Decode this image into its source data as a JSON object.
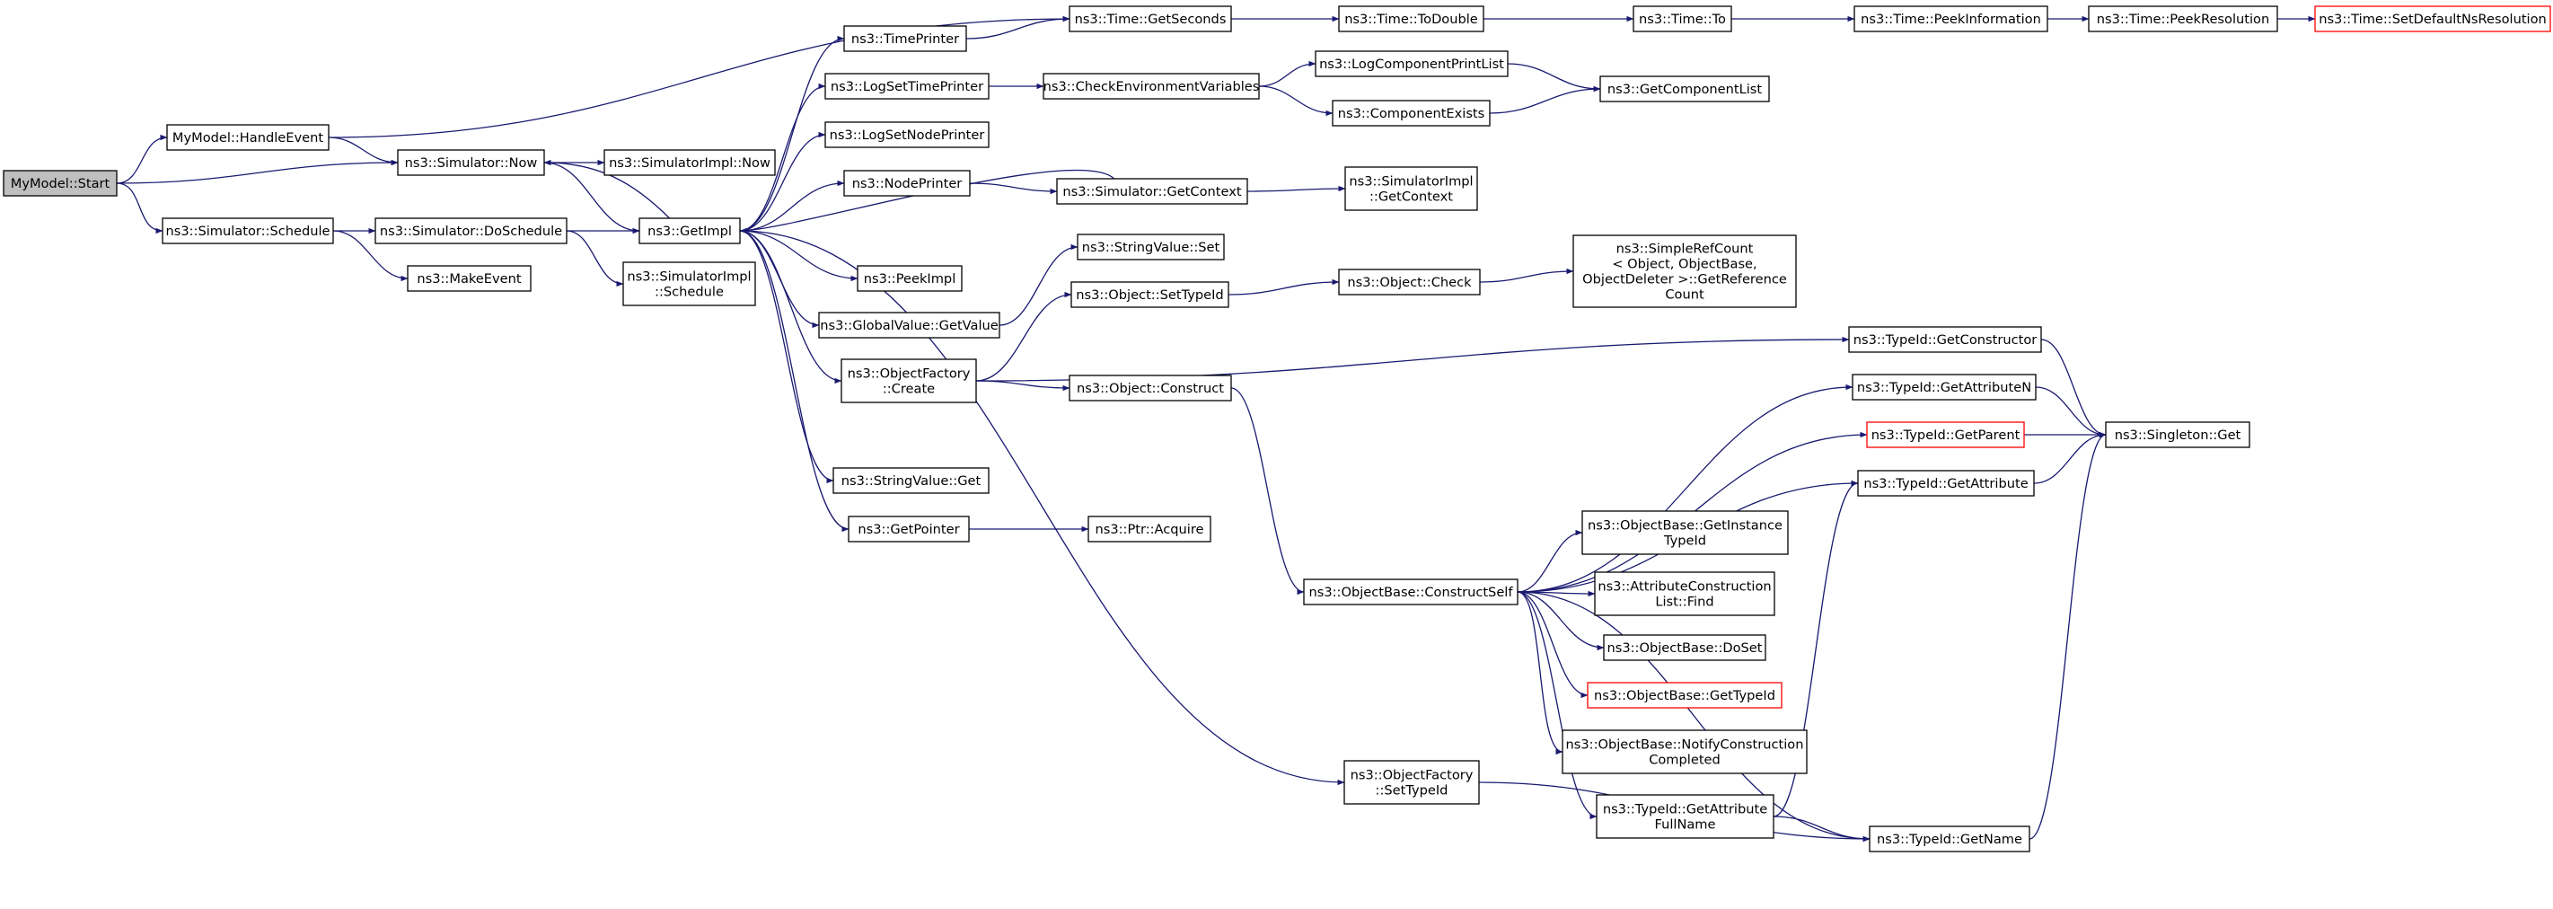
{
  "colors": {
    "edge": "#191970",
    "highlight_fill": "#bfbfbf",
    "truncated_border": "#ff0000",
    "border": "#000000"
  },
  "nodes": [
    {
      "id": "start",
      "lines": [
        "MyModel::Start"
      ],
      "style": "highlight"
    },
    {
      "id": "handle_event",
      "lines": [
        "MyModel::HandleEvent"
      ],
      "style": "plain"
    },
    {
      "id": "sim_schedule",
      "lines": [
        "ns3::Simulator::Schedule"
      ],
      "style": "plain"
    },
    {
      "id": "sim_now",
      "lines": [
        "ns3::Simulator::Now"
      ],
      "style": "plain"
    },
    {
      "id": "sim_doschedule",
      "lines": [
        "ns3::Simulator::DoSchedule"
      ],
      "style": "plain"
    },
    {
      "id": "make_event",
      "lines": [
        "ns3::MakeEvent"
      ],
      "style": "plain"
    },
    {
      "id": "simimpl_now",
      "lines": [
        "ns3::SimulatorImpl::Now"
      ],
      "style": "plain"
    },
    {
      "id": "get_impl",
      "lines": [
        "ns3::GetImpl"
      ],
      "style": "plain"
    },
    {
      "id": "simimpl_schedule",
      "lines": [
        "ns3::SimulatorImpl",
        "::Schedule"
      ],
      "style": "plain"
    },
    {
      "id": "time_printer",
      "lines": [
        "ns3::TimePrinter"
      ],
      "style": "plain"
    },
    {
      "id": "log_set_time_printer",
      "lines": [
        "ns3::LogSetTimePrinter"
      ],
      "style": "plain"
    },
    {
      "id": "log_set_node_printer",
      "lines": [
        "ns3::LogSetNodePrinter"
      ],
      "style": "plain"
    },
    {
      "id": "node_printer",
      "lines": [
        "ns3::NodePrinter"
      ],
      "style": "plain"
    },
    {
      "id": "peek_impl",
      "lines": [
        "ns3::PeekImpl"
      ],
      "style": "plain"
    },
    {
      "id": "globalvalue_getvalue",
      "lines": [
        "ns3::GlobalValue::GetValue"
      ],
      "style": "plain"
    },
    {
      "id": "objectfactory_create",
      "lines": [
        "ns3::ObjectFactory",
        "::Create"
      ],
      "style": "plain"
    },
    {
      "id": "stringvalue_get",
      "lines": [
        "ns3::StringValue::Get"
      ],
      "style": "plain"
    },
    {
      "id": "get_pointer",
      "lines": [
        "ns3::GetPointer"
      ],
      "style": "plain"
    },
    {
      "id": "time_getseconds",
      "lines": [
        "ns3::Time::GetSeconds"
      ],
      "style": "plain"
    },
    {
      "id": "check_env_vars",
      "lines": [
        "ns3::CheckEnvironmentVariables"
      ],
      "style": "plain"
    },
    {
      "id": "sim_getcontext",
      "lines": [
        "ns3::Simulator::GetContext"
      ],
      "style": "plain"
    },
    {
      "id": "stringvalue_set",
      "lines": [
        "ns3::StringValue::Set"
      ],
      "style": "plain"
    },
    {
      "id": "object_settypeid",
      "lines": [
        "ns3::Object::SetTypeId"
      ],
      "style": "plain"
    },
    {
      "id": "object_construct",
      "lines": [
        "ns3::Object::Construct"
      ],
      "style": "plain"
    },
    {
      "id": "ptr_acquire",
      "lines": [
        "ns3::Ptr::Acquire"
      ],
      "style": "plain"
    },
    {
      "id": "time_todouble",
      "lines": [
        "ns3::Time::ToDouble"
      ],
      "style": "plain"
    },
    {
      "id": "logcomponentprintlist",
      "lines": [
        "ns3::LogComponentPrintList"
      ],
      "style": "plain"
    },
    {
      "id": "componentexists",
      "lines": [
        "ns3::ComponentExists"
      ],
      "style": "plain"
    },
    {
      "id": "simimpl_getcontext",
      "lines": [
        "ns3::SimulatorImpl",
        "::GetContext"
      ],
      "style": "plain"
    },
    {
      "id": "object_check",
      "lines": [
        "ns3::Object::Check"
      ],
      "style": "plain"
    },
    {
      "id": "objectbase_constructself",
      "lines": [
        "ns3::ObjectBase::ConstructSelf"
      ],
      "style": "plain"
    },
    {
      "id": "objectfactory_settypeid",
      "lines": [
        "ns3::ObjectFactory",
        "::SetTypeId"
      ],
      "style": "plain"
    },
    {
      "id": "time_to",
      "lines": [
        "ns3::Time::To"
      ],
      "style": "plain"
    },
    {
      "id": "getcomponentlist",
      "lines": [
        "ns3::GetComponentList"
      ],
      "style": "plain"
    },
    {
      "id": "simplerefcount",
      "lines": [
        "ns3::SimpleRefCount",
        "< Object, ObjectBase,",
        " ObjectDeleter >::GetReference",
        "Count"
      ],
      "style": "plain"
    },
    {
      "id": "objectbase_getinstancetypeid",
      "lines": [
        "ns3::ObjectBase::GetInstance",
        "TypeId"
      ],
      "style": "plain"
    },
    {
      "id": "attrconstructionlist_find",
      "lines": [
        "ns3::AttributeConstruction",
        "List::Find"
      ],
      "style": "plain"
    },
    {
      "id": "objectbase_doset",
      "lines": [
        "ns3::ObjectBase::DoSet"
      ],
      "style": "plain"
    },
    {
      "id": "objectbase_gettypeid",
      "lines": [
        "ns3::ObjectBase::GetTypeId"
      ],
      "style": "truncated"
    },
    {
      "id": "objectbase_notifyconstructioncompleted",
      "lines": [
        "ns3::ObjectBase::NotifyConstruction",
        "Completed"
      ],
      "style": "plain"
    },
    {
      "id": "typeid_getattributefullname",
      "lines": [
        "ns3::TypeId::GetAttribute",
        "FullName"
      ],
      "style": "plain"
    },
    {
      "id": "time_peekinformation",
      "lines": [
        "ns3::Time::PeekInformation"
      ],
      "style": "plain"
    },
    {
      "id": "typeid_getconstructor",
      "lines": [
        "ns3::TypeId::GetConstructor"
      ],
      "style": "plain"
    },
    {
      "id": "typeid_getattributen",
      "lines": [
        "ns3::TypeId::GetAttributeN"
      ],
      "style": "plain"
    },
    {
      "id": "typeid_getparent",
      "lines": [
        "ns3::TypeId::GetParent"
      ],
      "style": "truncated"
    },
    {
      "id": "typeid_getattribute",
      "lines": [
        "ns3::TypeId::GetAttribute"
      ],
      "style": "plain"
    },
    {
      "id": "typeid_getname",
      "lines": [
        "ns3::TypeId::GetName"
      ],
      "style": "plain"
    },
    {
      "id": "time_peekresolution",
      "lines": [
        "ns3::Time::PeekResolution"
      ],
      "style": "plain"
    },
    {
      "id": "singleton_get",
      "lines": [
        "ns3::Singleton::Get"
      ],
      "style": "plain"
    },
    {
      "id": "time_setdefaultnsresolution",
      "lines": [
        "ns3::Time::SetDefaultNsResolution"
      ],
      "style": "truncated"
    }
  ],
  "edges": [
    [
      "start",
      "handle_event"
    ],
    [
      "start",
      "sim_now"
    ],
    [
      "start",
      "sim_schedule"
    ],
    [
      "handle_event",
      "time_getseconds"
    ],
    [
      "handle_event",
      "sim_now"
    ],
    [
      "sim_now",
      "simimpl_now"
    ],
    [
      "sim_now",
      "get_impl"
    ],
    [
      "sim_schedule",
      "sim_doschedule"
    ],
    [
      "sim_schedule",
      "make_event"
    ],
    [
      "sim_doschedule",
      "get_impl"
    ],
    [
      "sim_doschedule",
      "simimpl_schedule"
    ],
    [
      "get_impl",
      "sim_now"
    ],
    [
      "get_impl",
      "time_printer"
    ],
    [
      "get_impl",
      "log_set_time_printer"
    ],
    [
      "get_impl",
      "log_set_node_printer"
    ],
    [
      "get_impl",
      "node_printer"
    ],
    [
      "get_impl",
      "peek_impl"
    ],
    [
      "get_impl",
      "globalvalue_getvalue"
    ],
    [
      "get_impl",
      "objectfactory_create"
    ],
    [
      "get_impl",
      "stringvalue_get"
    ],
    [
      "get_impl",
      "get_pointer"
    ],
    [
      "get_impl",
      "objectfactory_settypeid"
    ],
    [
      "time_printer",
      "time_getseconds"
    ],
    [
      "log_set_time_printer",
      "check_env_vars"
    ],
    [
      "node_printer",
      "sim_getcontext"
    ],
    [
      "sim_getcontext",
      "get_impl"
    ],
    [
      "sim_getcontext",
      "simimpl_getcontext"
    ],
    [
      "globalvalue_getvalue",
      "stringvalue_set"
    ],
    [
      "objectfactory_create",
      "object_settypeid"
    ],
    [
      "objectfactory_create",
      "object_construct"
    ],
    [
      "objectfactory_create",
      "typeid_getconstructor"
    ],
    [
      "get_pointer",
      "ptr_acquire"
    ],
    [
      "time_getseconds",
      "time_todouble"
    ],
    [
      "time_todouble",
      "time_to"
    ],
    [
      "time_to",
      "time_peekinformation"
    ],
    [
      "time_peekinformation",
      "time_peekresolution"
    ],
    [
      "time_peekresolution",
      "time_setdefaultnsresolution"
    ],
    [
      "check_env_vars",
      "logcomponentprintlist"
    ],
    [
      "check_env_vars",
      "componentexists"
    ],
    [
      "logcomponentprintlist",
      "getcomponentlist"
    ],
    [
      "componentexists",
      "getcomponentlist"
    ],
    [
      "object_settypeid",
      "object_check"
    ],
    [
      "object_check",
      "simplerefcount"
    ],
    [
      "object_construct",
      "objectbase_constructself"
    ],
    [
      "objectbase_constructself",
      "typeid_getattributen"
    ],
    [
      "objectbase_constructself",
      "typeid_getparent"
    ],
    [
      "objectbase_constructself",
      "typeid_getattribute"
    ],
    [
      "objectbase_constructself",
      "objectbase_getinstancetypeid"
    ],
    [
      "objectbase_constructself",
      "attrconstructionlist_find"
    ],
    [
      "objectbase_constructself",
      "objectbase_doset"
    ],
    [
      "objectbase_constructself",
      "objectbase_gettypeid"
    ],
    [
      "objectbase_constructself",
      "objectbase_notifyconstructioncompleted"
    ],
    [
      "objectbase_constructself",
      "typeid_getattributefullname"
    ],
    [
      "objectbase_constructself",
      "typeid_getname"
    ],
    [
      "typeid_getattributefullname",
      "typeid_getattribute"
    ],
    [
      "typeid_getattributefullname",
      "typeid_getname"
    ],
    [
      "objectfactory_settypeid",
      "typeid_getname"
    ],
    [
      "typeid_getconstructor",
      "singleton_get"
    ],
    [
      "typeid_getattributen",
      "singleton_get"
    ],
    [
      "typeid_getparent",
      "singleton_get"
    ],
    [
      "typeid_getattribute",
      "singleton_get"
    ],
    [
      "typeid_getname",
      "singleton_get"
    ]
  ]
}
